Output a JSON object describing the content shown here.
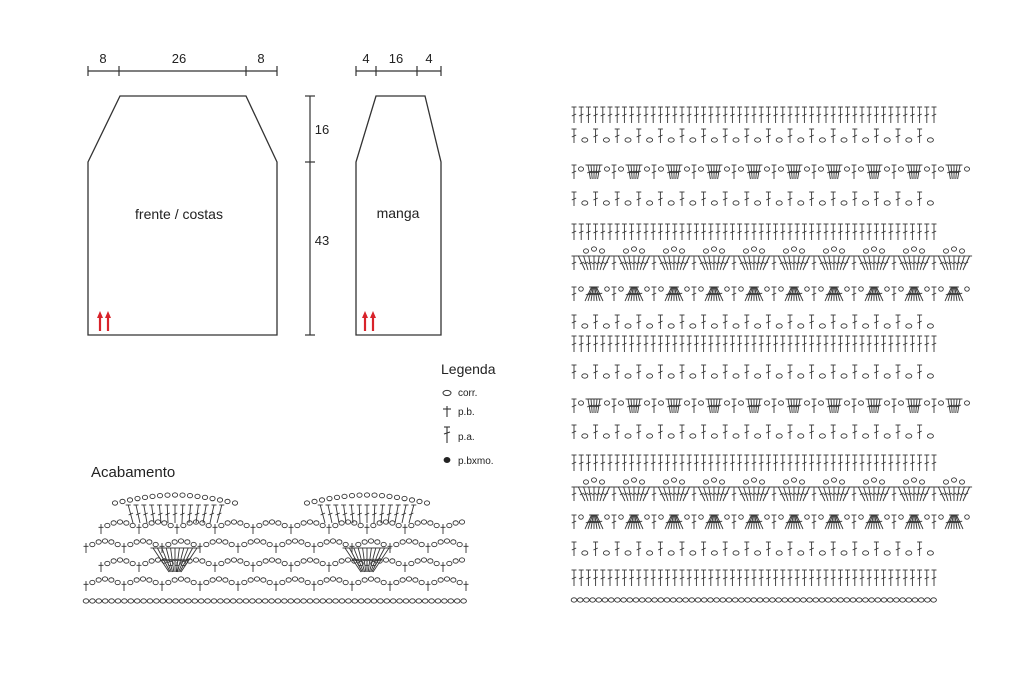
{
  "schematic": {
    "body_piece": {
      "label": "frente / costas",
      "width_dims": [
        "8",
        "26",
        "8"
      ],
      "height_dims": [
        "16",
        "43"
      ]
    },
    "sleeve_piece": {
      "label": "manga",
      "width_dims": [
        "4",
        "16",
        "4"
      ]
    },
    "direction_arrow_color": "#d8232a"
  },
  "legend": {
    "title": "Legenda",
    "items": [
      {
        "symbol": "chain-oval-icon",
        "label": "corr."
      },
      {
        "symbol": "single-crochet-cross-icon",
        "label": "p.b."
      },
      {
        "symbol": "double-crochet-stitch-icon",
        "label": "p.a."
      },
      {
        "symbol": "slip-stitch-dot-icon",
        "label": "p.bxmo."
      }
    ]
  },
  "edging": {
    "title": "Acabamento"
  },
  "colors": {
    "line": "#333333",
    "text": "#222222"
  }
}
